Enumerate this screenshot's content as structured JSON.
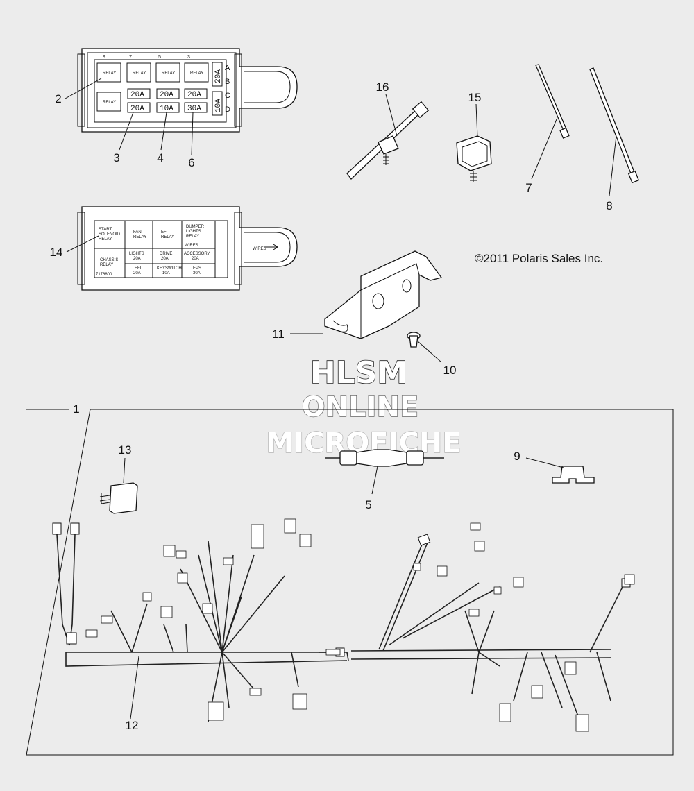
{
  "copyright": "©2011 Polaris Sales Inc.",
  "watermark": [
    "HLSM",
    "ONLINE",
    "MICROFICHE"
  ],
  "callouts": {
    "c1": "1",
    "c2": "2",
    "c3": "3",
    "c4": "4",
    "c5": "5",
    "c6": "6",
    "c7": "7",
    "c8": "8",
    "c9": "9",
    "c10": "10",
    "c11": "11",
    "c12": "12",
    "c13": "13",
    "c14": "14",
    "c15": "15",
    "c16": "16"
  },
  "fuse_box": {
    "top_slots": [
      "9",
      "7",
      "5",
      "3"
    ],
    "relays": [
      "RELAY",
      "RELAY",
      "RELAY",
      "RELAY",
      "RELAY"
    ],
    "fuses": [
      "20A",
      "20A",
      "20A",
      "20A",
      "10A",
      "30A"
    ],
    "side_fuses": [
      "20A",
      "10A"
    ],
    "rows": [
      "A",
      "B",
      "C",
      "D"
    ]
  },
  "cover_label": {
    "cells": {
      "start_relay": [
        "START",
        "SOLENOID",
        "RELAY"
      ],
      "fan_relay": [
        "FAN",
        "RELAY"
      ],
      "efi_relay": [
        "EFI",
        "RELAY"
      ],
      "dumper_relay": [
        "DUMPER",
        "LIGHTS",
        "RELAY"
      ],
      "chassis_relay": [
        "CHASSIS",
        "RELAY"
      ],
      "lights": [
        "LIGHTS",
        "20A"
      ],
      "drive": [
        "DRIVE",
        "20A"
      ],
      "accessory": [
        "ACCESSORY",
        "20A"
      ],
      "efi_fuse": [
        "EFI",
        "20A"
      ],
      "keyswitch": [
        "KEYSWITCH",
        "10A"
      ],
      "eps": [
        "EPS",
        "30A"
      ]
    },
    "wires": "WIRES",
    "part_no": "7176800"
  }
}
